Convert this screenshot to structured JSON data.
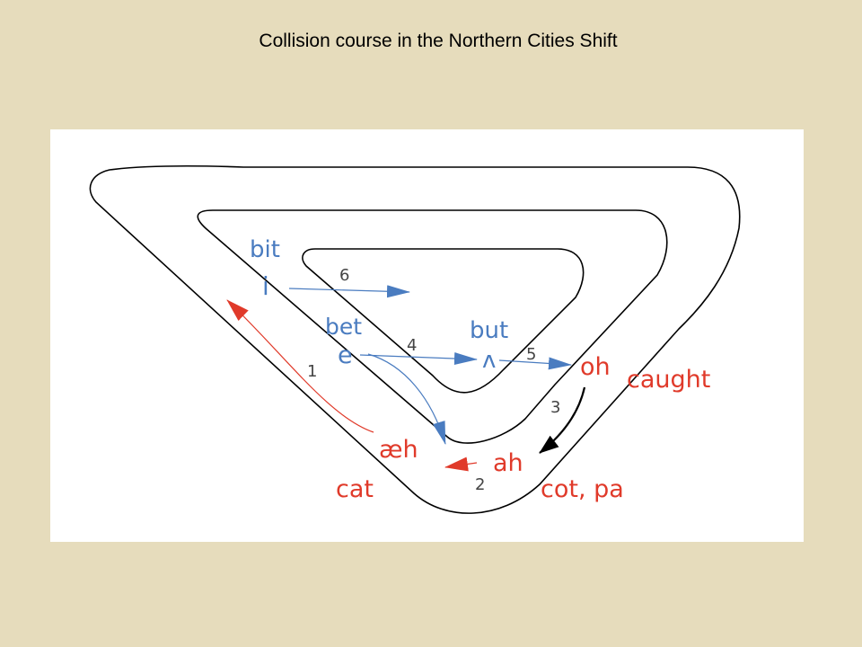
{
  "slide": {
    "title": "Collision course in the Northern Cities Shift"
  },
  "colors": {
    "background": "#e6dcbc",
    "panel": "#ffffff",
    "track": "#000000",
    "blue": "#4a7cc0",
    "red": "#e03a2a",
    "black_arrow": "#000000"
  },
  "diagram": {
    "words": {
      "bit": "bit",
      "bet": "bet",
      "but": "but",
      "caught": "caught",
      "cat": "cat",
      "cot_pa": "cot, pa"
    },
    "vowels": {
      "i": "i",
      "e": "e",
      "wedge": "ʌ",
      "oh": "oh",
      "aeh": "æh",
      "ah": "ah"
    },
    "steps": {
      "s1": "1",
      "s2": "2",
      "s3": "3",
      "s4": "4",
      "s5": "5",
      "s6": "6"
    }
  }
}
